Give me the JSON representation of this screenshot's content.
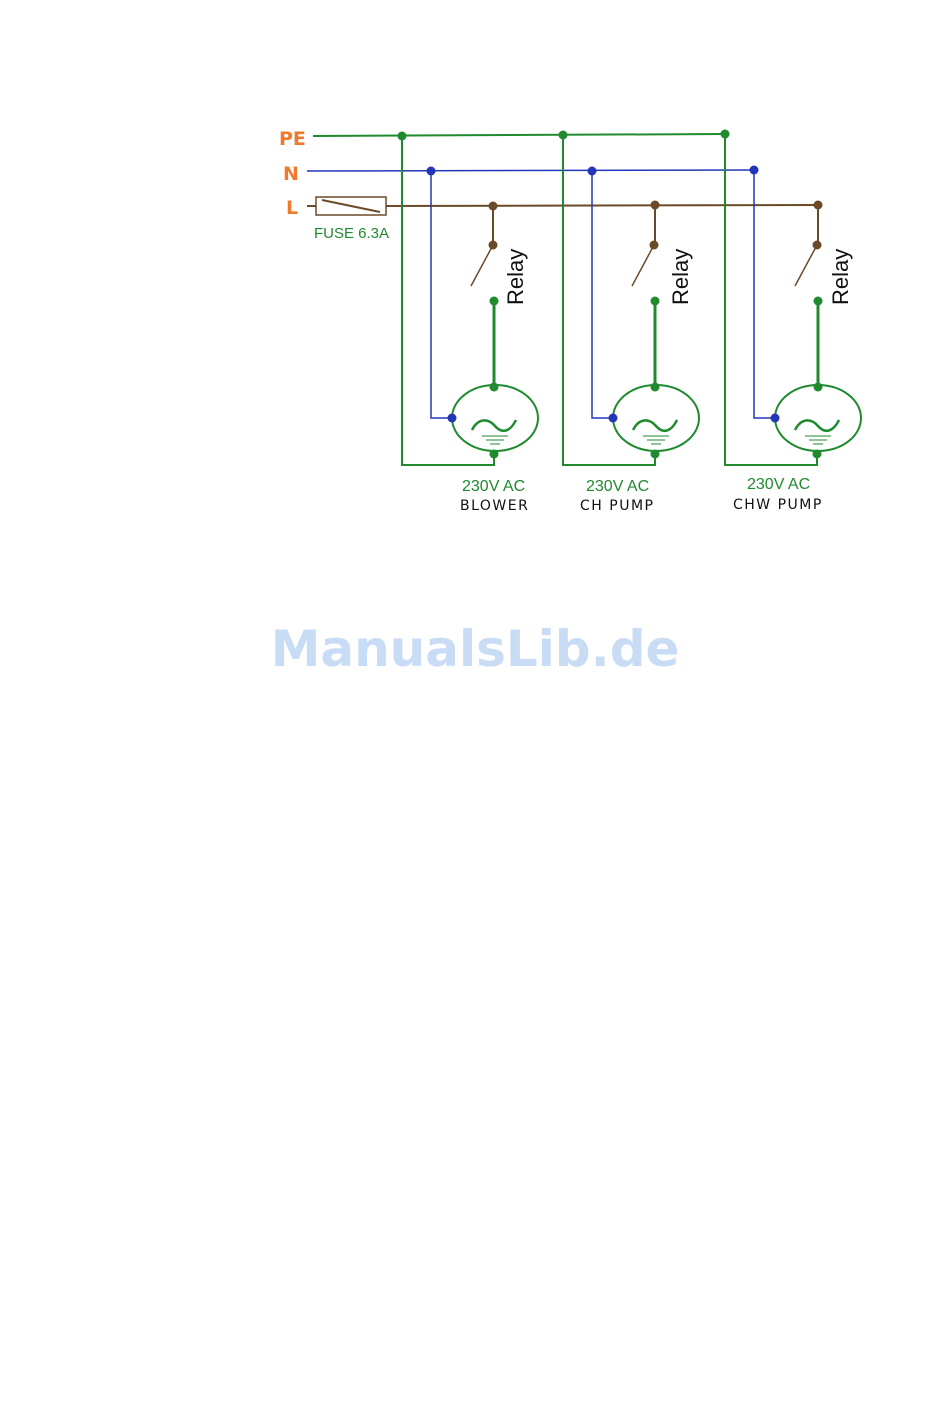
{
  "colors": {
    "pe": "#1f8a2e",
    "n": "#2436b8",
    "l": "#6b4a28",
    "bus_label": "#f07a2c",
    "motor": "#1f8a2e",
    "watermark": "#c9dcf5",
    "text_dark": "#111111"
  },
  "buses": {
    "pe_label": "PE",
    "n_label": "N",
    "l_label": "L"
  },
  "fuse": {
    "label": "FUSE 6.3A"
  },
  "relay_label": "Relay",
  "motor_symbol": "~",
  "loads": [
    {
      "voltage": "230V AC",
      "name": "BLOWER"
    },
    {
      "voltage": "230V AC",
      "name": "CH PUMP"
    },
    {
      "voltage": "230V AC",
      "name": "CHW PUMP"
    }
  ],
  "watermark": "ManualsLib.de"
}
